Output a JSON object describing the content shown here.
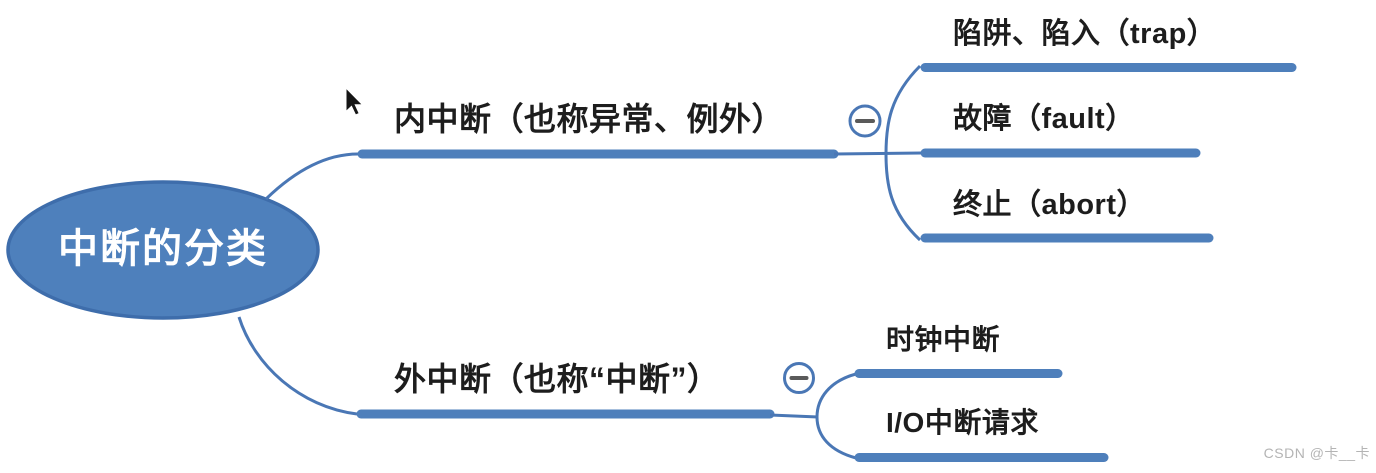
{
  "root": {
    "label": "中断的分类"
  },
  "branches": [
    {
      "label": "内中断（也称异常、例外）",
      "collapse_icon": "minus-icon",
      "children": [
        {
          "label": "陷阱、陷入（trap）"
        },
        {
          "label": "故障（fault）"
        },
        {
          "label": "终止（abort）"
        }
      ]
    },
    {
      "label": "外中断（也称“中断”）",
      "collapse_icon": "minus-icon",
      "children": [
        {
          "label": "时钟中断"
        },
        {
          "label": "I/O中断请求"
        }
      ]
    }
  ],
  "watermark": "CSDN @卡__卡",
  "colors": {
    "bar_blue": "#4e7fbb",
    "line_blue": "#4a77b5",
    "ellipse_fill": "#4e80bc",
    "ellipse_border": "#3e6dab",
    "minus_glyph": "#5a5a5a",
    "text": "#1d1d1d",
    "root_text": "#ffffff",
    "watermark_gray": "#b4b4b4"
  }
}
